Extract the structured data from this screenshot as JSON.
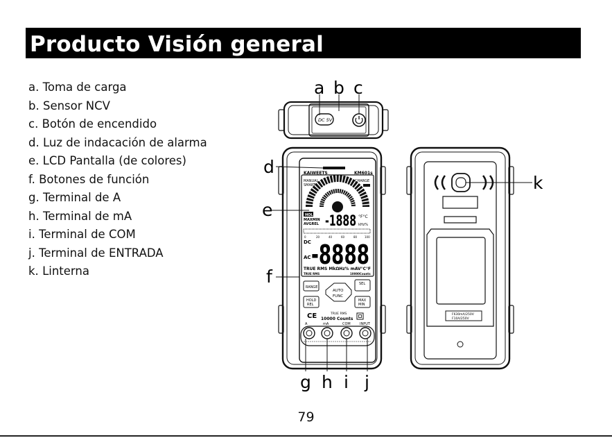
{
  "header": {
    "title": "Producto Visión general"
  },
  "legend": [
    {
      "letter": "a.",
      "text": "Toma de carga"
    },
    {
      "letter": "b.",
      "text": "Sensor NCV"
    },
    {
      "letter": "c.",
      "text": "Botón de encendido"
    },
    {
      "letter": "d.",
      "text": "Luz de indacación de alarma"
    },
    {
      "letter": "e.",
      "text": "LCD Pantalla (de colores)"
    },
    {
      "letter": "f.",
      "text": "Botones de función"
    },
    {
      "letter": "g.",
      "text": "Terminal de A"
    },
    {
      "letter": "h.",
      "text": "Terminal de mA"
    },
    {
      "letter": "i.",
      "text": "Terminal de COM"
    },
    {
      "letter": "j.",
      "text": "Terminal de ENTRADA"
    },
    {
      "letter": "k.",
      "text": "Linterna"
    }
  ],
  "callouts": {
    "a": "a",
    "b": "b",
    "c": "c",
    "d": "d",
    "e": "e",
    "f": "f",
    "g": "g",
    "h": "h",
    "i": "i",
    "j": "j",
    "k": "k"
  },
  "device": {
    "top_port_label": "DC 5V",
    "brand": "KAIWEETS",
    "model": "KM601s",
    "mode_manual": "MANUAL",
    "mode_smart": "SMART",
    "charge": "CHARGE",
    "hold": "HOLD",
    "maxmin": "MAXMIN",
    "avgrel": "AVGREL",
    "digits_small": "-1888",
    "unit_small": "°F°C",
    "unit_small2": "kHz%",
    "scale_ticks": [
      "0",
      "20",
      "40",
      "60",
      "80",
      "100"
    ],
    "dc": "DC",
    "ac": "AC",
    "digits_large": "-8888",
    "units_row": "TRUE RMS MkΩHz% mAV°C°F",
    "true_rms_small": "TRUE RMS",
    "counts_small": "10000Counts",
    "btn_range": "RANGE",
    "btn_sel": "SEL",
    "btn_hold": "HOLD",
    "btn_rel": "REL",
    "btn_auto": "AUTO",
    "btn_func": "FUNC",
    "btn_max": "MAX",
    "btn_min": "MIN",
    "ce": "CE",
    "true_rms_lower": "TRUE RMS",
    "counts_lower": "10000 Counts",
    "term_a": "A",
    "term_ma": "mA",
    "term_com": "COM",
    "term_input": "INPUT",
    "fuse_line1": "F630mA/250V",
    "fuse_line2": "F10A/250V"
  },
  "page": {
    "number": "79"
  }
}
